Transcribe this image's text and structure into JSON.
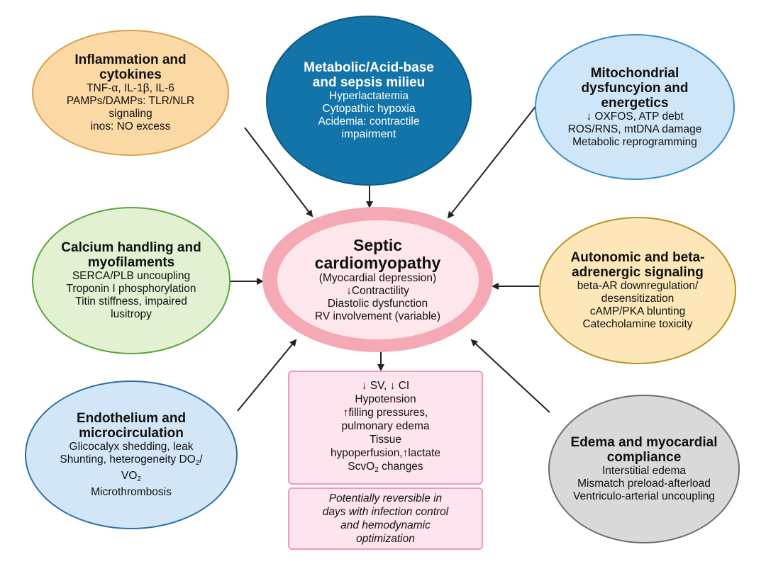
{
  "center": {
    "title_lines": [
      "Septic",
      "cardiomyopathy"
    ],
    "lines": [
      "(Myocardial depression)",
      "↓Contractility",
      "Diastolic dysfunction",
      "RV involvement (variable)"
    ]
  },
  "inflammation": {
    "title_lines": [
      "Inflammation and",
      "cytokines"
    ],
    "lines": [
      "TNF-α, IL-1β, IL-6",
      "PAMPs/DAMPs: TLR/NLR",
      "signaling",
      "inos: NO excess"
    ],
    "color": "#fbd9a4",
    "border": "#d9a24a"
  },
  "metabolic": {
    "title_lines": [
      "Metabolic/Acid-base",
      "and sepsis milieu"
    ],
    "lines": [
      "Hyperlactatemia",
      "Cytopathic hypoxia",
      "Acidemia: contractile",
      "impairment"
    ],
    "color": "#1274a8",
    "border": "#0e5a85"
  },
  "mitochondrial": {
    "title_lines": [
      "Mitochondrial",
      "dysfuncyion and",
      "energetics"
    ],
    "lines": [
      "↓ OXFOS, ATP debt",
      "ROS/RNS, mtDNA damage",
      "Metabolic reprogramming"
    ],
    "color": "#cfe6f9",
    "border": "#3a8fca"
  },
  "calcium": {
    "title_lines": [
      "Calcium handling and",
      "myofilaments"
    ],
    "lines": [
      "SERCA/PLB uncoupling",
      "Troponin I phosphorylation",
      "Titin stiffness, impaired",
      "lusitropy"
    ],
    "color": "#e1f1d2",
    "border": "#5da43c"
  },
  "autonomic": {
    "title_lines": [
      "Autonomic and beta-",
      "adrenergic signaling"
    ],
    "lines": [
      "beta-AR downregulation/",
      "desensitization",
      "cAMP/PKA blunting",
      "Catecholamine toxicity"
    ],
    "color": "#fde7b8",
    "border": "#b8931f"
  },
  "endothelium": {
    "title_lines": [
      "Endothelium and",
      "microcirculation"
    ],
    "lines": [
      "Glicocalyx shedding, leak",
      "Shunting, heterogeneity DO",
      "VO",
      "Microthrombosis"
    ],
    "sub2": "2",
    "slash": "/",
    "color": "#d2e6f8",
    "border": "#2d6fa5"
  },
  "edema": {
    "title_lines": [
      "Edema and myocardial",
      "compliance"
    ],
    "lines": [
      "Interstitial edema",
      "Mismatch preload-afterload",
      "Ventriculo-arterial uncoupling"
    ],
    "color": "#d9d9d9",
    "border": "#6e6e6e"
  },
  "consequences": {
    "lines": [
      "↓ SV, ↓ CI",
      "Hypotension",
      "↑filling pressures,",
      "pulmonary edema",
      "Tissue",
      "hypoperfusion,↑lactate",
      "ScvO",
      "changes"
    ],
    "sub2": "2"
  },
  "reversible": {
    "lines": [
      "Potentially reversible in",
      "days with infection control",
      "and hemodynamic",
      "optimization"
    ]
  }
}
